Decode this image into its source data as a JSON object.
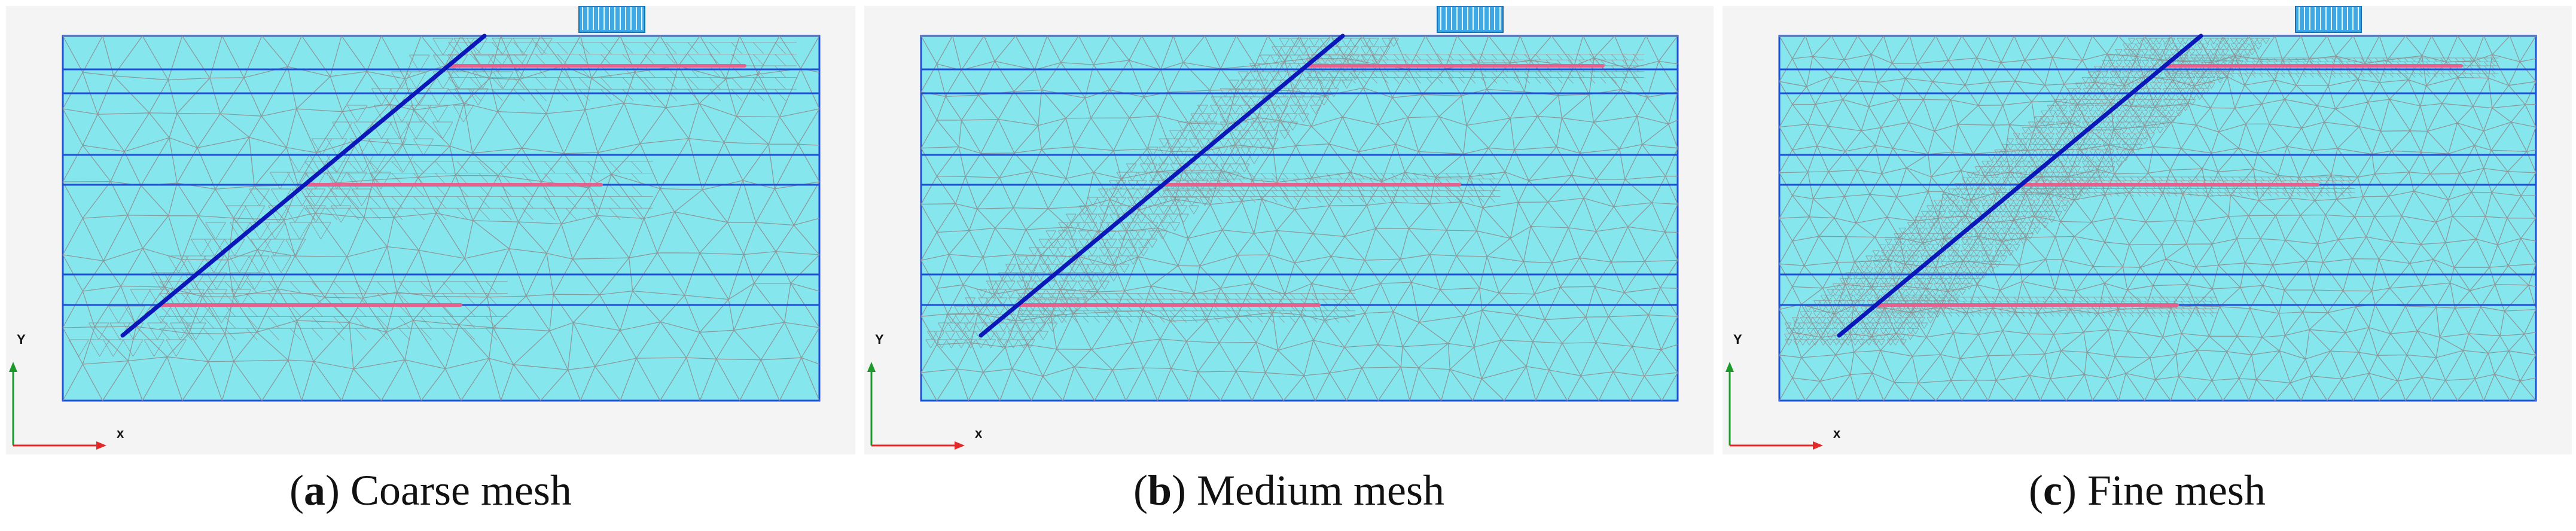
{
  "colors": {
    "soil": "#86e6ee",
    "mesh": "#8c8c8c",
    "layer_line": "#1f4fd6",
    "slope_line": "#0b17b8",
    "anchor": "#e5628e",
    "load": "#3fa9e6",
    "axis_y": "#1d9a2c",
    "axis_x": "#e22a2a",
    "background": "#f4f4f4"
  },
  "axes": {
    "x_label": "x",
    "y_label": "Y"
  },
  "panels": [
    {
      "id": "a",
      "letter": "a",
      "name": "Coarse mesh",
      "density": 1
    },
    {
      "id": "b",
      "letter": "b",
      "name": "Medium mesh",
      "density": 2
    },
    {
      "id": "c",
      "letter": "c",
      "name": "Fine mesh",
      "density": 3
    }
  ]
}
